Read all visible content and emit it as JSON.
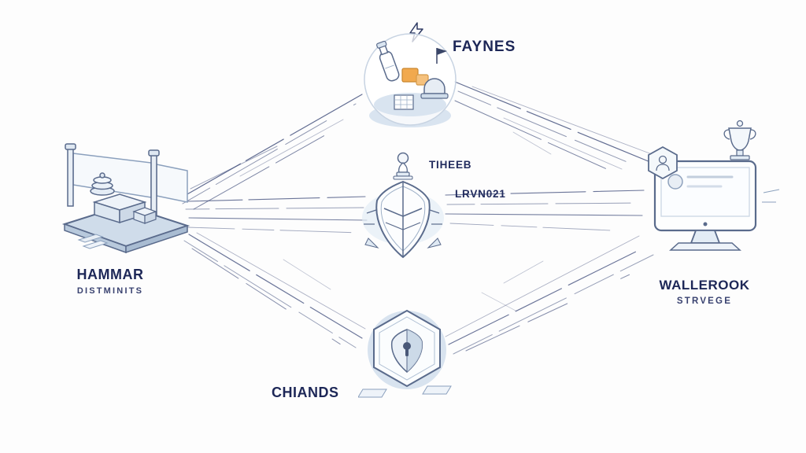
{
  "diagram": {
    "description": "Sketch-style network diagram of five illustrated nodes connected by hand-drawn line bundles"
  },
  "nodes": {
    "machine": {
      "title": "HAMMAR",
      "subtitle": "DISTMINITS"
    },
    "lab": {
      "title": "FAYNES"
    },
    "emblem": {
      "label_top": "TIHEEB",
      "label_bottom": "LRVN021"
    },
    "badge": {
      "title": "CHIANDS"
    },
    "workstation": {
      "title": "WALLEROOK",
      "subtitle": "STRVEGE"
    }
  },
  "icons": {
    "machine": "isometric-machine-icon",
    "lab": "laboratory-circle-icon",
    "lightning": "lightning-bolt-icon",
    "emblem": "shield-emblem-icon",
    "badge": "hexagon-shield-icon",
    "workstation": "monitor-icon",
    "trophy": "trophy-icon",
    "hex_badge": "hexagon-user-badge-icon"
  },
  "colors": {
    "ink": "#1d2757",
    "sketch_stroke": "#5a6b8c",
    "link_line": "#46537f",
    "fill_light_blue": "#d9e4f0",
    "fill_panel": "#eef3f9",
    "accent_orange": "#f1a94e",
    "background": "#fdfdfd"
  }
}
